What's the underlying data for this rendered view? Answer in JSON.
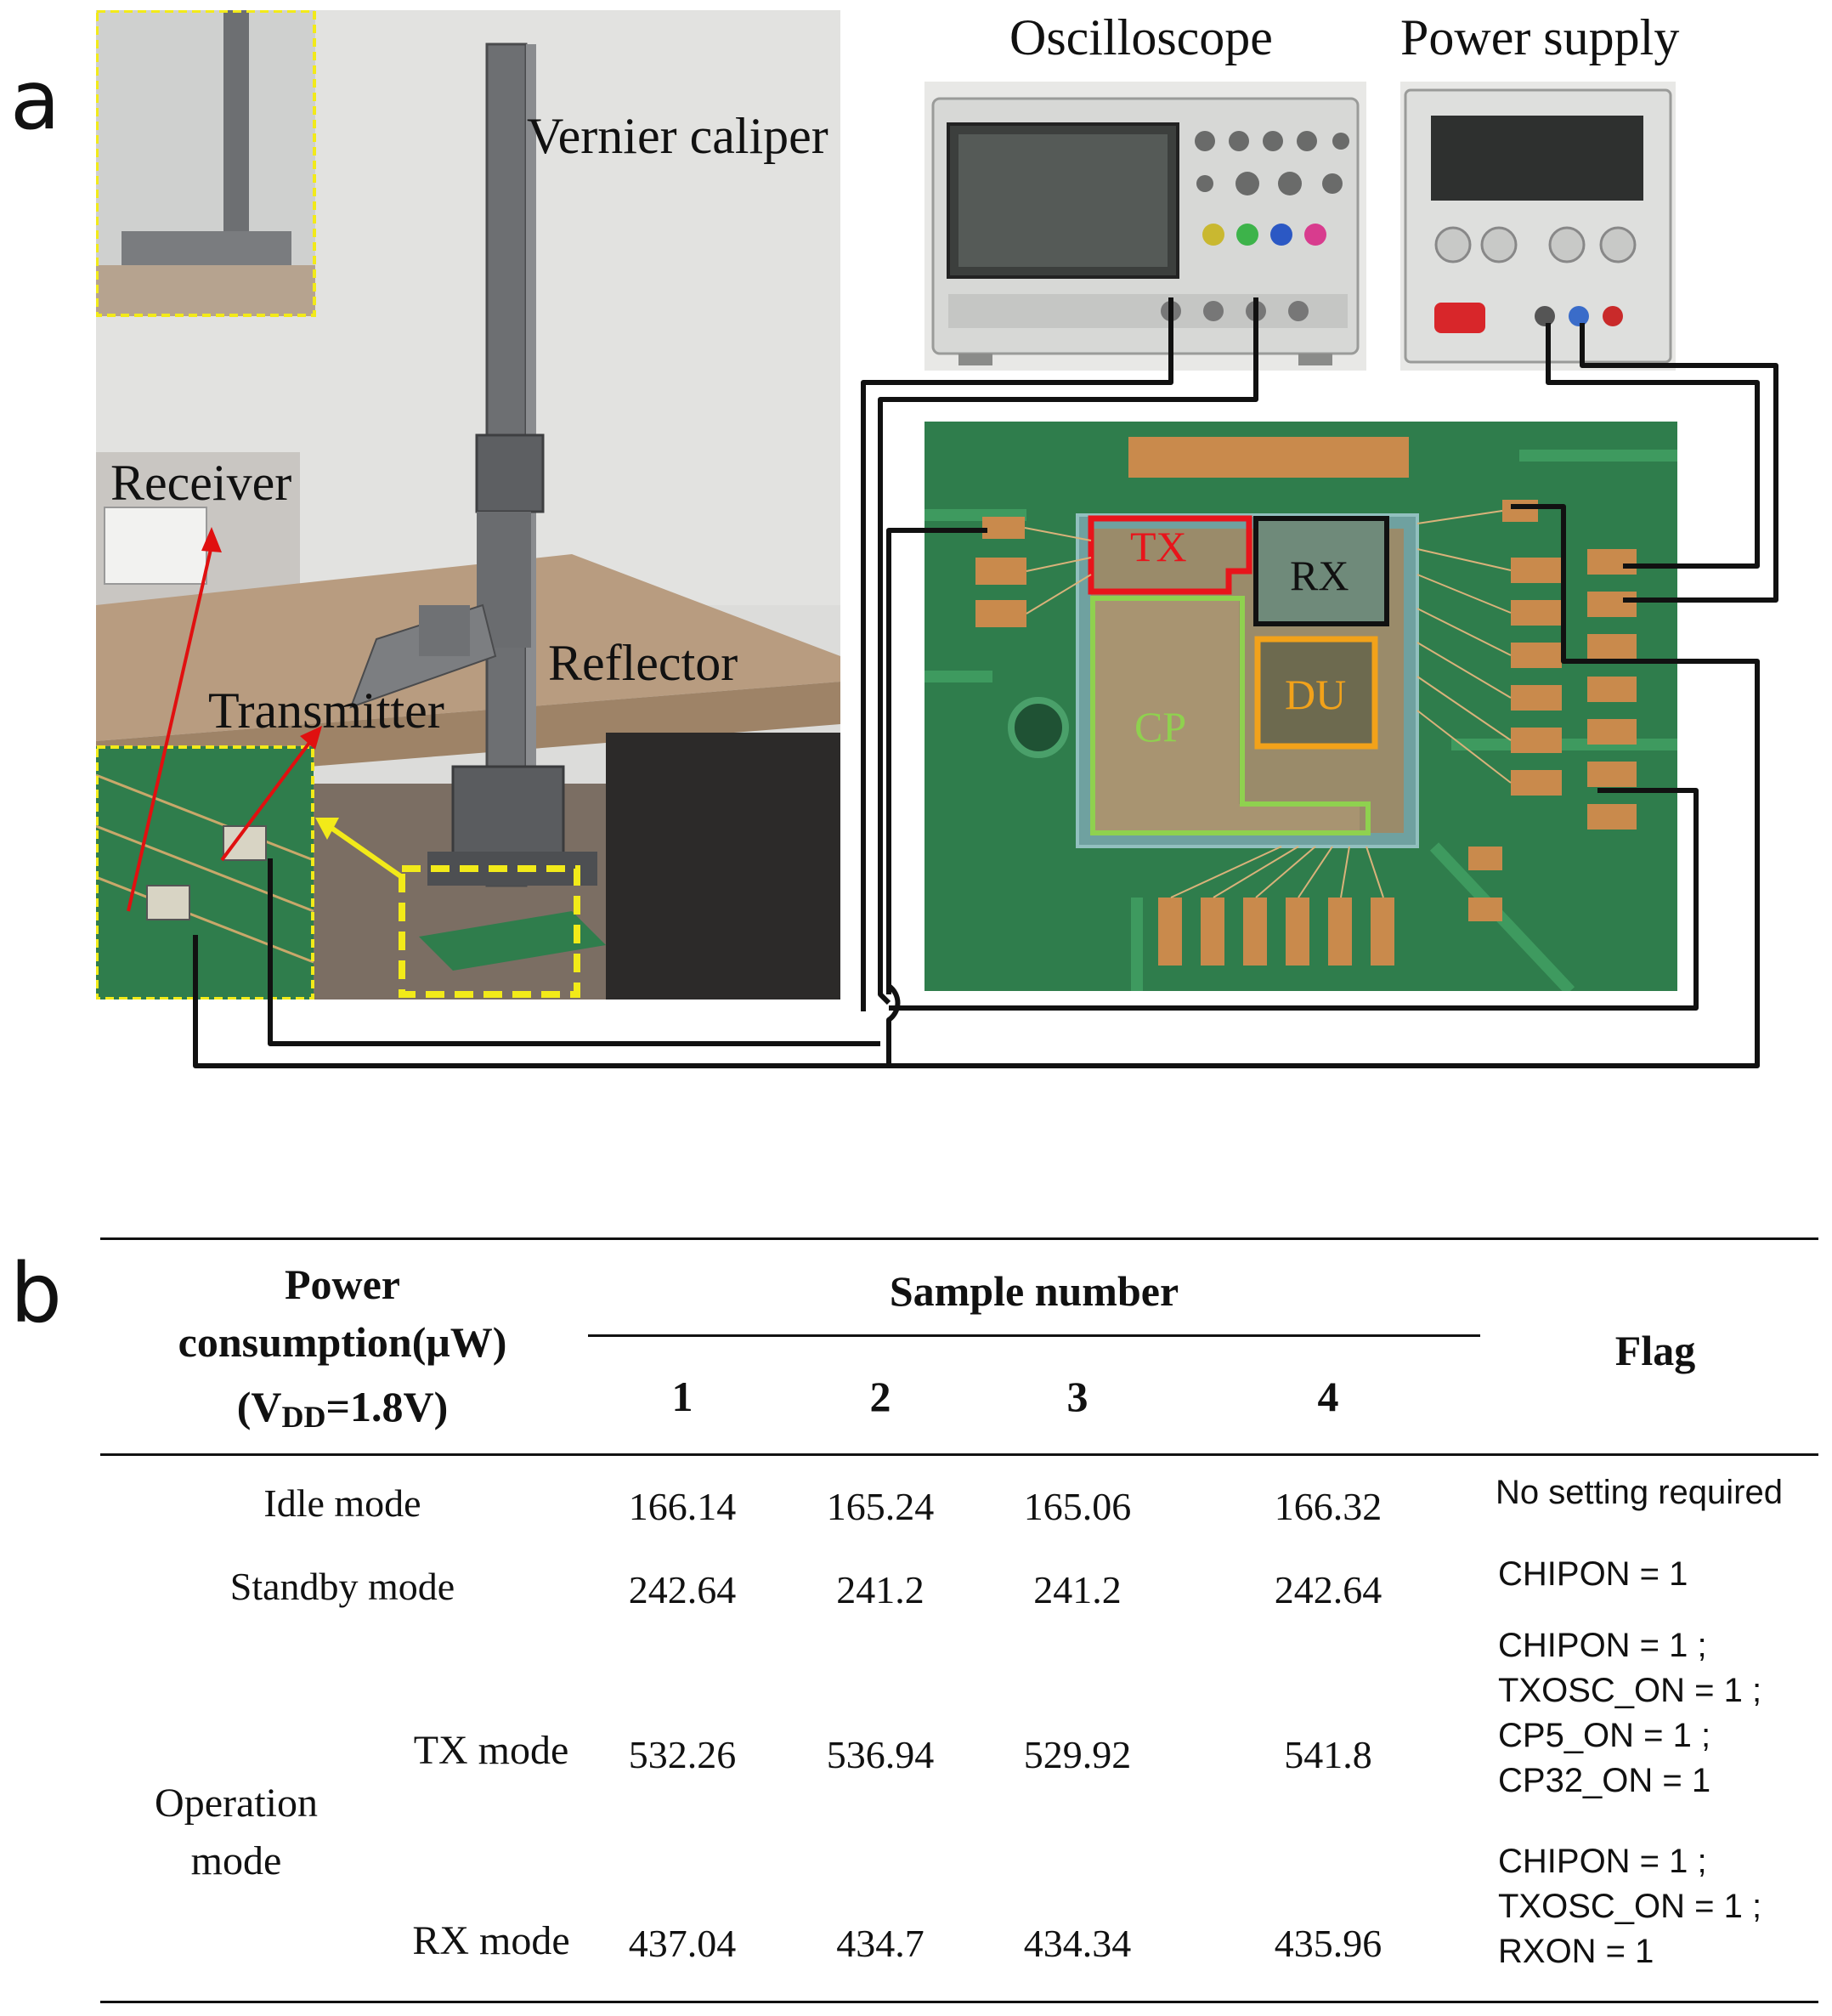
{
  "panel_a": {
    "letter": "a",
    "labels": {
      "vernier_caliper": "Vernier caliper",
      "receiver": "Receiver",
      "reflector": "Reflector",
      "transmitter": "Transmitter",
      "oscilloscope": "Oscilloscope",
      "power_supply": "Power supply"
    },
    "chip_blocks": {
      "tx": "TX",
      "rx": "RX",
      "du": "DU",
      "cp": "CP"
    },
    "colors": {
      "tx_box": "#e8141b",
      "rx_box": "#111111",
      "du_box": "#f2a21a",
      "cp_box": "#8fd14f",
      "inset_border": "#f2ea19",
      "arrow_red": "#e01010",
      "arrow_yellow": "#f2ea19",
      "pcb_green": "#2f7d4c"
    }
  },
  "panel_b": {
    "letter": "b",
    "header": {
      "left_line1": "Power",
      "left_line2": "consumption(μW)",
      "left_line3_prefix": "(V",
      "left_line3_sub": "DD",
      "left_line3_suffix": "=1.8V)",
      "sample_number": "Sample number",
      "samples": [
        "1",
        "2",
        "3",
        "4"
      ],
      "flag": "Flag"
    },
    "rows": [
      {
        "mode": "Idle mode",
        "values": [
          "166.14",
          "165.24",
          "165.06",
          "166.32"
        ],
        "flag": [
          "No setting required"
        ]
      },
      {
        "mode": "Standby mode",
        "values": [
          "242.64",
          "241.2",
          "241.2",
          "242.64"
        ],
        "flag": [
          "CHIPON  =  1"
        ]
      },
      {
        "mode": "TX mode",
        "values": [
          "532.26",
          "536.94",
          "529.92",
          "541.8"
        ],
        "flag": [
          "CHIPON  =  1 ;",
          "TXOSC_ON = 1 ;",
          "CP5_ON = 1 ;",
          "CP32_ON = 1"
        ]
      },
      {
        "mode": "RX mode",
        "values": [
          "437.04",
          "434.7",
          "434.34",
          "435.96"
        ],
        "flag": [
          "CHIPON  =  1 ;",
          "TXOSC_ON = 1 ;",
          "RXON = 1"
        ]
      }
    ],
    "group_label_line1": "Operation",
    "group_label_line2": "mode"
  }
}
